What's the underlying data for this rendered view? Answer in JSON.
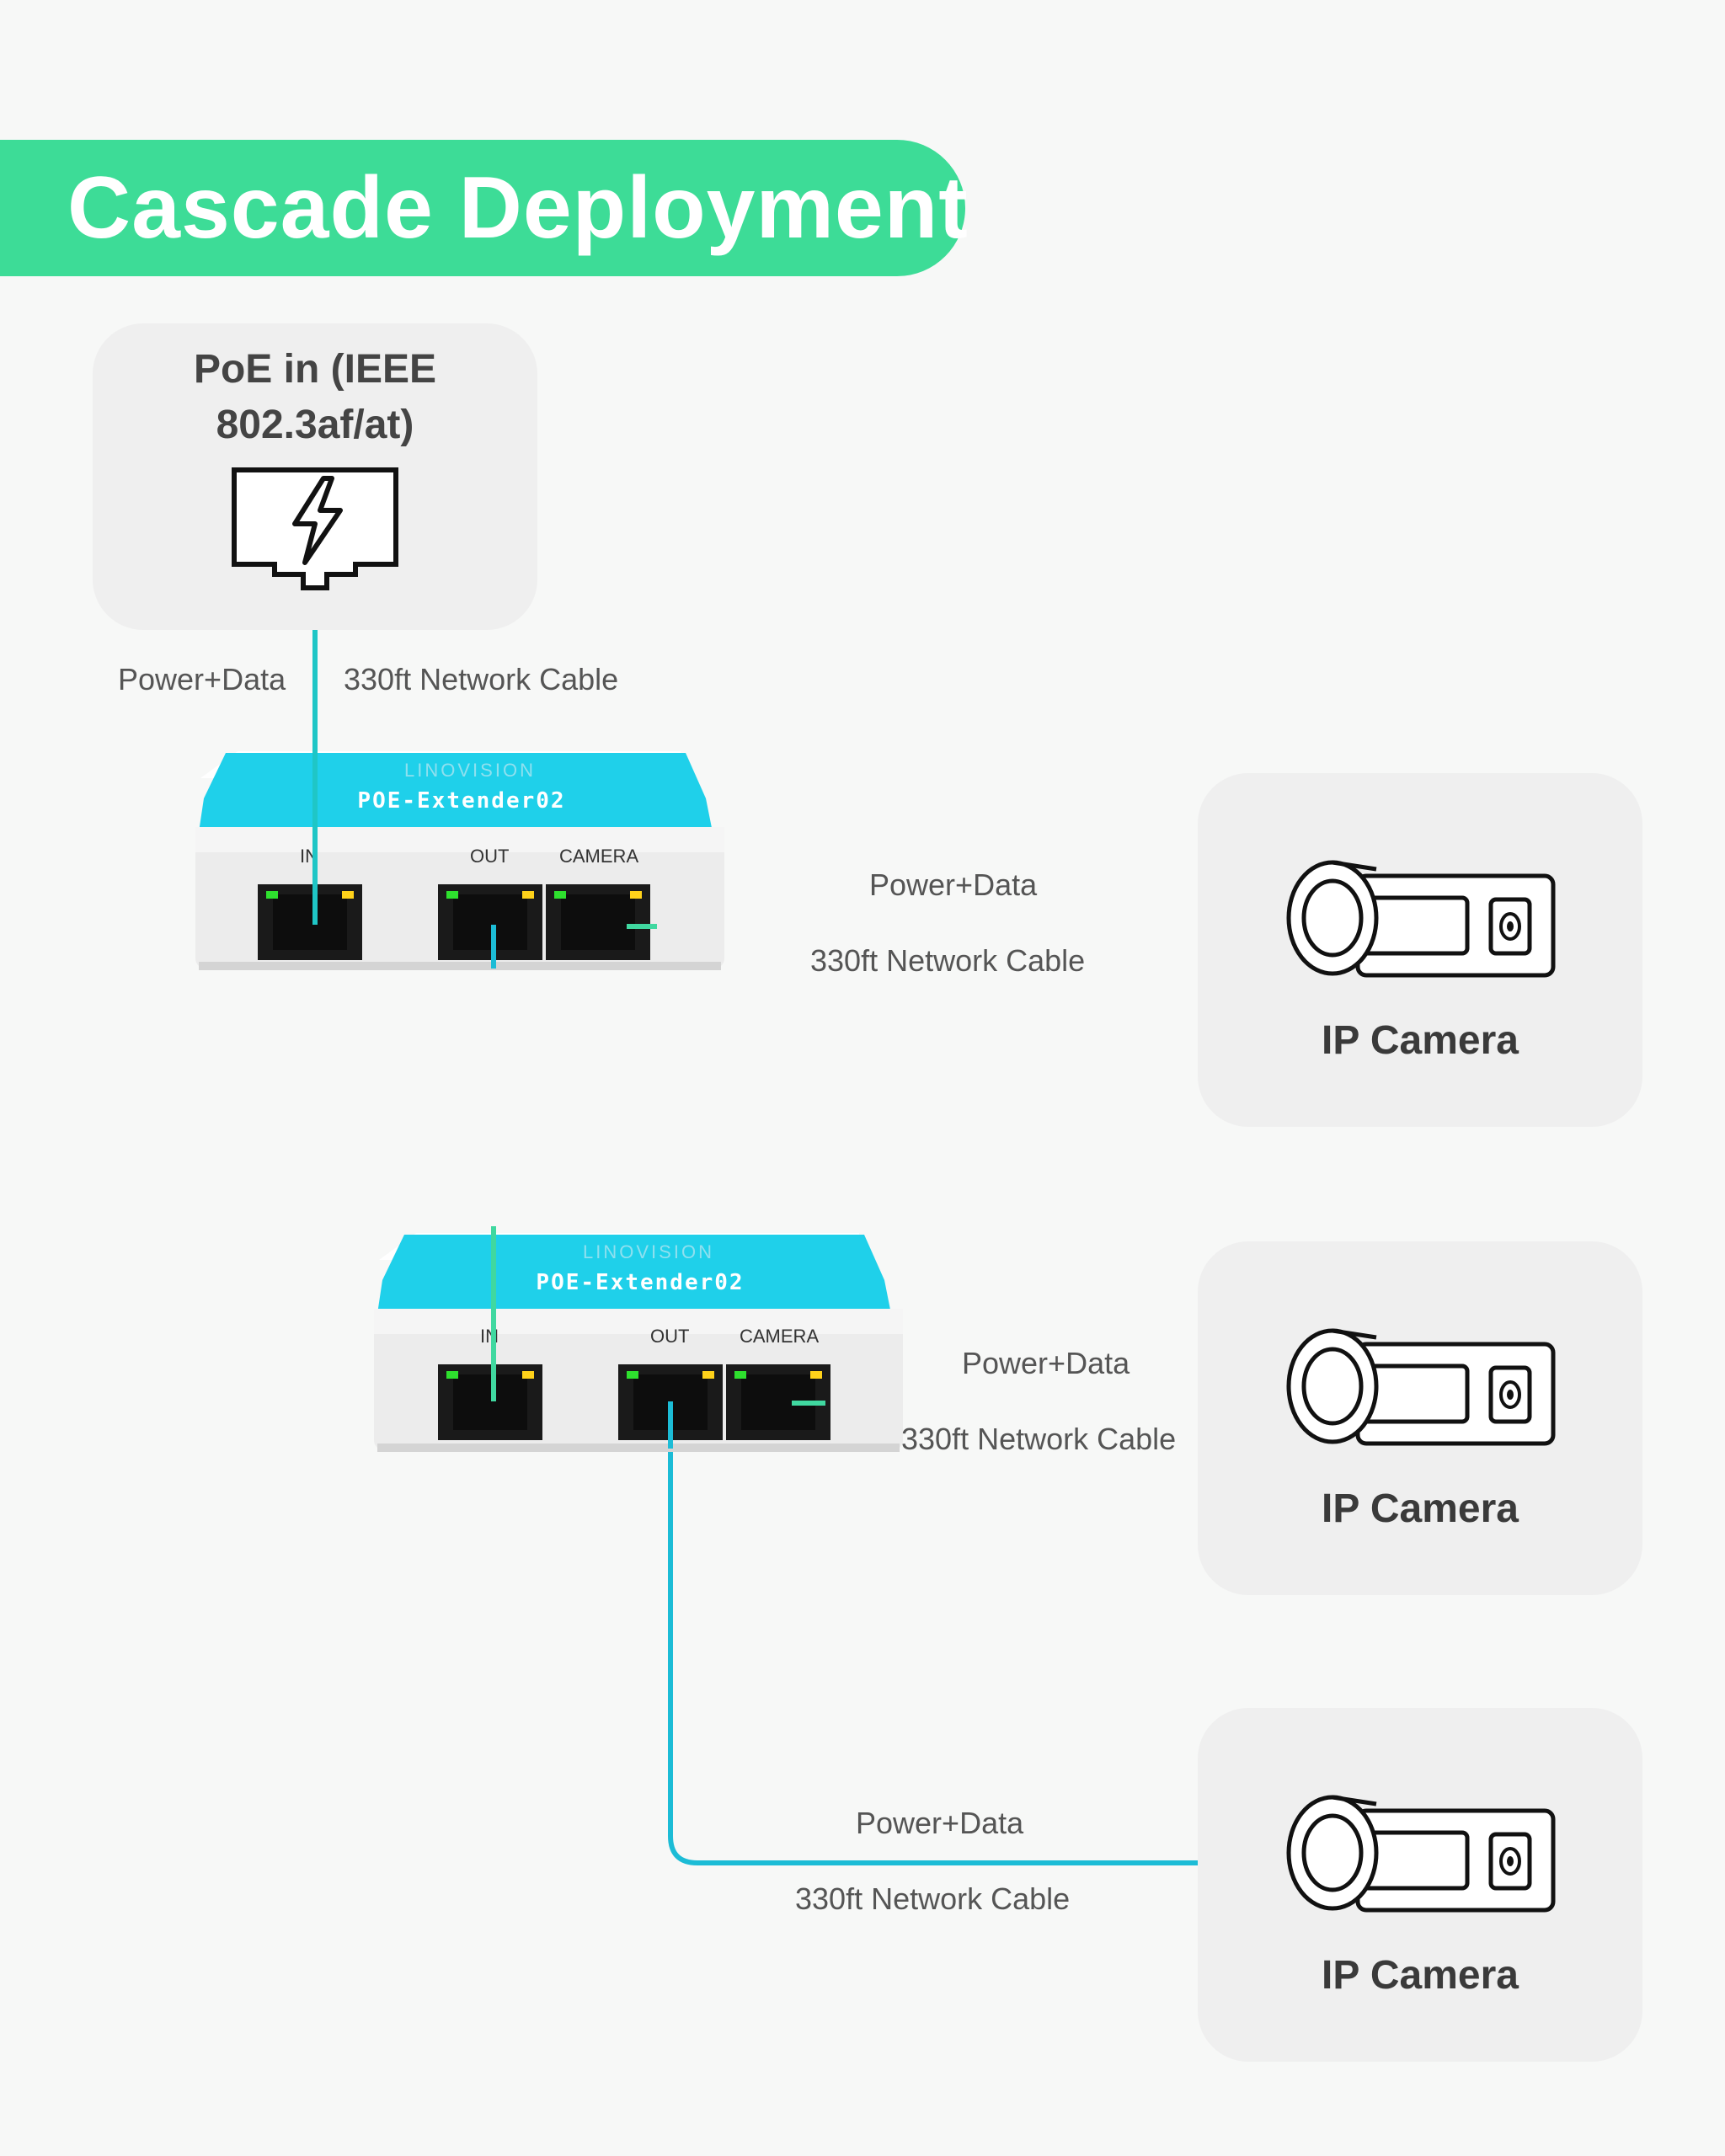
{
  "title": "Cascade Deployment",
  "source": {
    "label_line1": "PoE in (IEEE",
    "label_line2": "802.3af/at)",
    "icon": "poe-bolt-jack-icon"
  },
  "cable_labels": {
    "top_left_power": "Power+Data",
    "top_left_cable": "330ft Network Cable",
    "cam1_power": "Power+Data",
    "cam1_cable": "330ft Network Cable",
    "cam2_power": "Power+Data",
    "cam2_cable": "330ft Network Cable",
    "cam3_power": "Power+Data",
    "cam3_cable": "330ft Network Cable"
  },
  "devices": [
    {
      "brand": "LINOVISION",
      "model": "POE-Extender02",
      "ports": {
        "in": "IN",
        "out": "OUT",
        "camera": "CAMERA"
      }
    },
    {
      "brand": "LINOVISION",
      "model": "POE-Extender02",
      "ports": {
        "in": "IN",
        "out": "OUT",
        "camera": "CAMERA"
      }
    }
  ],
  "cameras": [
    {
      "label": "IP Camera",
      "icon": "bullet-camera-icon"
    },
    {
      "label": "IP Camera",
      "icon": "bullet-camera-icon"
    },
    {
      "label": "IP Camera",
      "icon": "bullet-camera-icon"
    }
  ],
  "colors": {
    "banner": "#3ddc97",
    "cable_green": "#40d8a0",
    "cable_teal": "#1cbcd6",
    "device_band": "#1fd0ea",
    "card_bg": "#efefef"
  }
}
